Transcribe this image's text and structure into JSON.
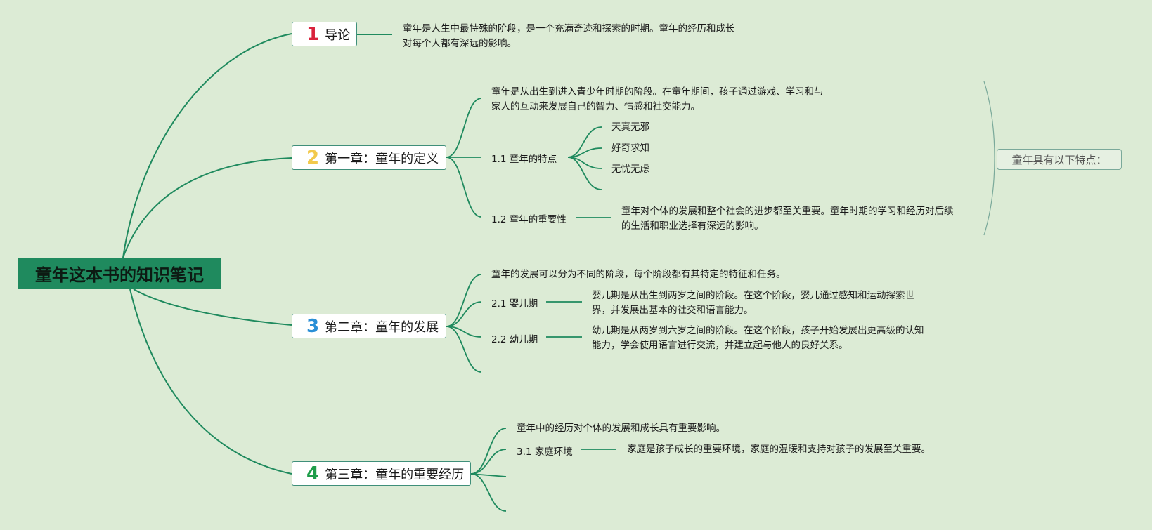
{
  "root": "童年这本书的知识笔记",
  "chapters": [
    {
      "num": "1",
      "num_color": "#d9233c",
      "label": "导论"
    },
    {
      "num": "2",
      "num_color": "#f2c94c",
      "label": "第一章：童年的定义"
    },
    {
      "num": "3",
      "num_color": "#2a8fd6",
      "label": "第二章：童年的发展"
    },
    {
      "num": "4",
      "num_color": "#1f9d4a",
      "label": "第三章：童年的重要经历"
    }
  ],
  "intro": {
    "line1": "童年是人生中最特殊的阶段，是一个充满奇迹和探索的时期。童年的经历和成长",
    "line2": "对每个人都有深远的影响。"
  },
  "ch1": {
    "def_line1": "童年是从出生到进入青少年时期的阶段。在童年期间，孩子通过游戏、学习和与",
    "def_line2": "家人的互动来发展自己的智力、情感和社交能力。",
    "s1": "1.1 童年的特点",
    "traits": [
      "天真无邪",
      "好奇求知",
      "无忧无虑"
    ],
    "s2": "1.2 童年的重要性",
    "imp_line1": "童年对个体的发展和整个社会的进步都至关重要。童年时期的学习和经历对后续",
    "imp_line2": "的生活和职业选择有深远的影响。",
    "note": "童年具有以下特点："
  },
  "ch2": {
    "intro": "童年的发展可以分为不同的阶段，每个阶段都有其特定的特征和任务。",
    "s1": "2.1 婴儿期",
    "s1_line1": "婴儿期是从出生到两岁之间的阶段。在这个阶段，婴儿通过感知和运动探索世",
    "s1_line2": "界，并发展出基本的社交和语言能力。",
    "s2": "2.2 幼儿期",
    "s2_line1": "幼儿期是从两岁到六岁之间的阶段。在这个阶段，孩子开始发展出更高级的认知",
    "s2_line2": "能力，学会使用语言进行交流，并建立起与他人的良好关系。"
  },
  "ch3": {
    "intro": "童年中的经历对个体的发展和成长具有重要影响。",
    "s1": "3.1 家庭环境",
    "s1_text": "家庭是孩子成长的重要环境，家庭的温暖和支持对孩子的发展至关重要。"
  }
}
